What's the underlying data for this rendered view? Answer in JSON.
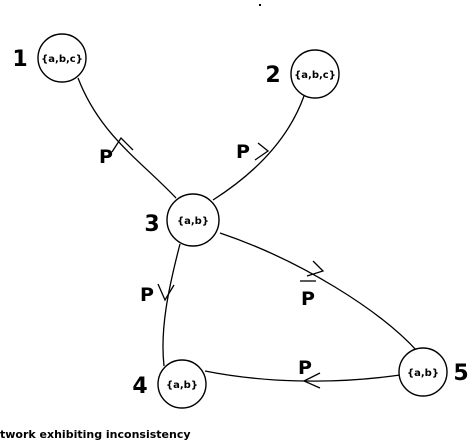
{
  "diagram": {
    "nodes": [
      {
        "id": "1",
        "number": "1",
        "domain": "{a,b,c}"
      },
      {
        "id": "2",
        "number": "2",
        "domain": "{a,b,c}"
      },
      {
        "id": "3",
        "number": "3",
        "domain": "{a,b}"
      },
      {
        "id": "4",
        "number": "4",
        "domain": "{a,b}"
      },
      {
        "id": "5",
        "number": "5",
        "domain": "{a,b}"
      }
    ],
    "edges": [
      {
        "from": "3",
        "to": "1",
        "label": "P"
      },
      {
        "from": "3",
        "to": "2",
        "label": "P"
      },
      {
        "from": "3",
        "to": "4",
        "label": "P"
      },
      {
        "from": "3",
        "to": "5",
        "label": "P"
      },
      {
        "from": "5",
        "to": "4",
        "label": "P"
      }
    ]
  },
  "caption": "twork exhibiting inconsistency"
}
